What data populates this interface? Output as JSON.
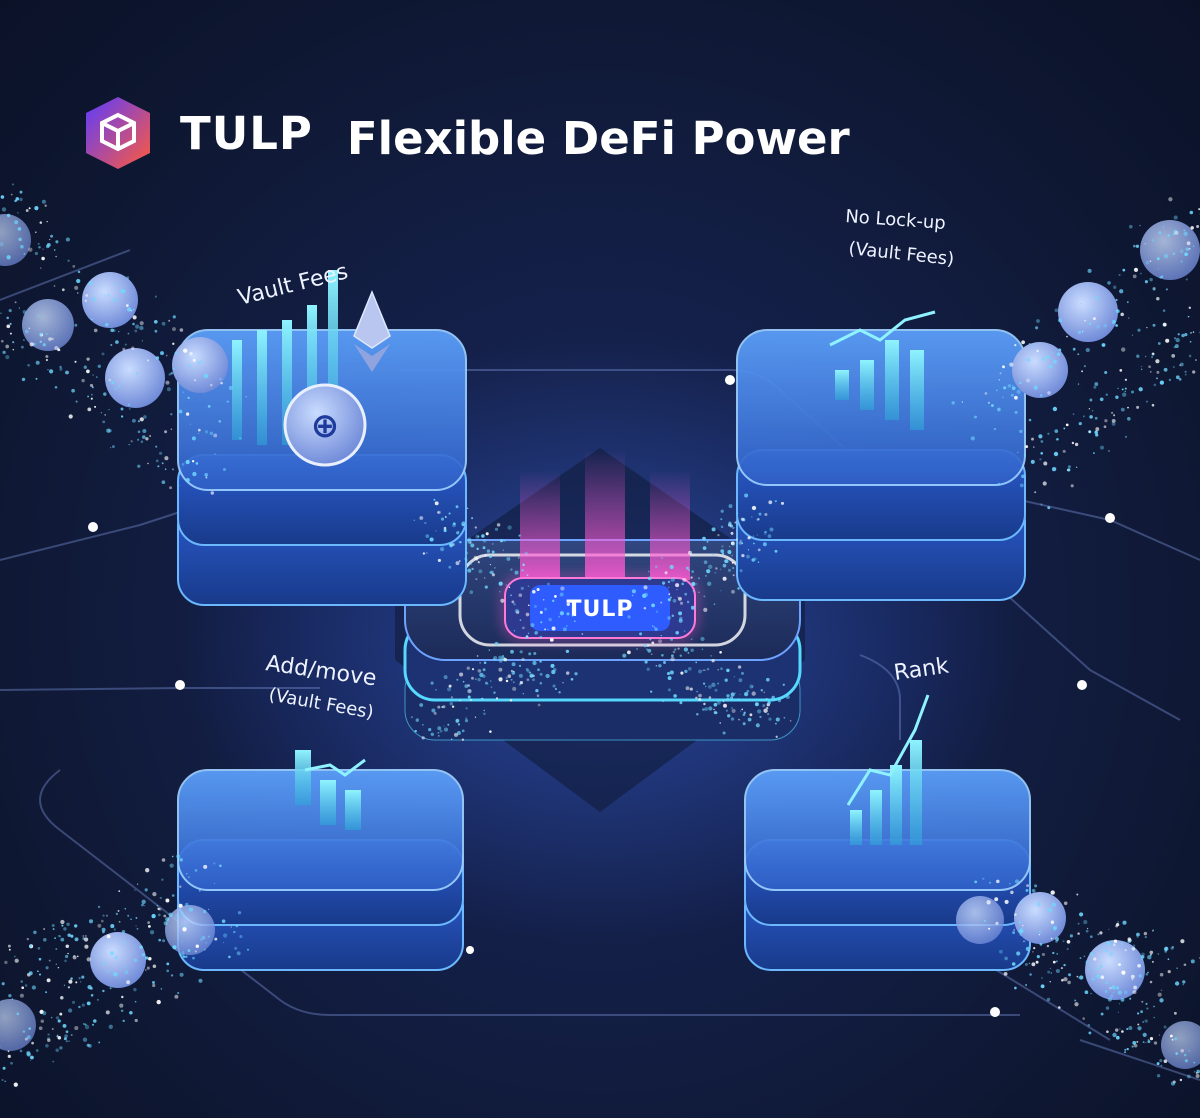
{
  "header": {
    "brand": "TULP",
    "tagline": "Flexible DeFi Power"
  },
  "center_chip": {
    "label": "TULP"
  },
  "platforms": {
    "top_left": {
      "label": "Vault Fees"
    },
    "top_right": {
      "label_line1": "No Lock-up",
      "label_line2": "(Vault Fees)"
    },
    "bottom_left": {
      "label_line1": "Add/move",
      "label_line2": "(Vault Fees)"
    },
    "bottom_right": {
      "label": "Rank"
    }
  },
  "colors": {
    "background": "#111a33",
    "accent_blue": "#3d8bff",
    "cyan_glow": "#56d8ff",
    "magenta_glow": "#ff5ad1",
    "logo_gradient": [
      "#5b3cff",
      "#ff5a3c"
    ]
  }
}
